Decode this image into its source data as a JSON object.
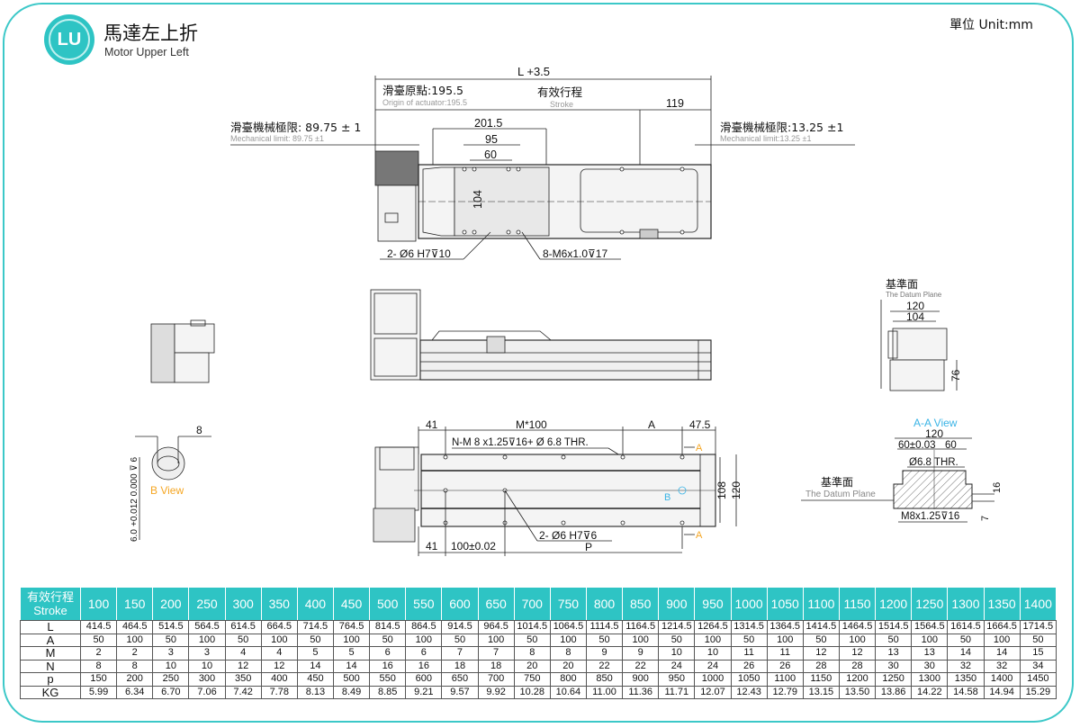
{
  "header": {
    "logo": "LU",
    "title_zh": "馬達左上折",
    "title_en": "Motor Upper Left",
    "unit": "單位 Unit:mm"
  },
  "top_view": {
    "total_length": "L +3.5",
    "origin_zh": "滑臺原點:195.5",
    "origin_en": "Origin of actuator:195.5",
    "stroke_zh": "有效行程",
    "stroke_en": "Stroke",
    "dim_119": "119",
    "mech_left_zh": "滑臺機械極限: 89.75 ± 1",
    "mech_left_en": "Mechanical limit: 89.75 ±1",
    "mech_right_zh": "滑臺機械極限:13.25 ±1",
    "mech_right_en": "Mechanical limit:13.25 ±1",
    "dim_201": "201.5",
    "dim_95": "95",
    "dim_60": "60",
    "dim_104": "104",
    "pin_note": "2- Ø6  H7⊽10",
    "thread_note": "8-M6x1.0⊽17"
  },
  "b_view": {
    "dim_8": "8",
    "tolerance": "+0.012 0.000 ⊽ 6",
    "dia": "6.0",
    "label": "B View"
  },
  "end_view": {
    "datum_zh": "基準面",
    "datum_en": "The Datum Plane",
    "dim_120": "120",
    "dim_104": "104",
    "dim_76": "76"
  },
  "aa_view": {
    "label": "A-A View",
    "dim_120": "120",
    "dim_60_tol": "60±0.03",
    "dim_60": "60",
    "hole": "Ø6.8  THR.",
    "datum_zh": "基準面",
    "datum_en": "The Datum Plane",
    "dim_16": "16",
    "dim_7": "7",
    "thread": "M8x1.25⊽16"
  },
  "bottom_view": {
    "dim_41_top": "41",
    "dim_m100": "M*100",
    "dim_a": "A",
    "dim_47": "47.5",
    "thread_note": "N-M 8 x1.25⊽16+ Ø 6.8 THR.",
    "section_a_top": "A",
    "section_a_bottom": "A",
    "b_marker": "B",
    "dim_108": "108",
    "dim_120": "120",
    "pin_note": "2- Ø6  H7⊽6",
    "dim_41_bottom": "41",
    "dim_100": "100±0.02",
    "dim_p": "P"
  },
  "colors": {
    "accent": "#2ec4c4",
    "section": "#f5a623",
    "view": "#3ab4e6"
  },
  "table": {
    "header_zh": "有效行程",
    "header_en": "Stroke",
    "strokes": [
      "100",
      "150",
      "200",
      "250",
      "300",
      "350",
      "400",
      "450",
      "500",
      "550",
      "600",
      "650",
      "700",
      "750",
      "800",
      "850",
      "900",
      "950",
      "1000",
      "1050",
      "1100",
      "1150",
      "1200",
      "1250",
      "1300",
      "1350",
      "1400"
    ],
    "rows": [
      {
        "label": "L",
        "values": [
          "414.5",
          "464.5",
          "514.5",
          "564.5",
          "614.5",
          "664.5",
          "714.5",
          "764.5",
          "814.5",
          "864.5",
          "914.5",
          "964.5",
          "1014.5",
          "1064.5",
          "1114.5",
          "1164.5",
          "1214.5",
          "1264.5",
          "1314.5",
          "1364.5",
          "1414.5",
          "1464.5",
          "1514.5",
          "1564.5",
          "1614.5",
          "1664.5",
          "1714.5"
        ]
      },
      {
        "label": "A",
        "values": [
          "50",
          "100",
          "50",
          "100",
          "50",
          "100",
          "50",
          "100",
          "50",
          "100",
          "50",
          "100",
          "50",
          "100",
          "50",
          "100",
          "50",
          "100",
          "50",
          "100",
          "50",
          "100",
          "50",
          "100",
          "50",
          "100",
          "50"
        ]
      },
      {
        "label": "M",
        "values": [
          "2",
          "2",
          "3",
          "3",
          "4",
          "4",
          "5",
          "5",
          "6",
          "6",
          "7",
          "7",
          "8",
          "8",
          "9",
          "9",
          "10",
          "10",
          "11",
          "11",
          "12",
          "12",
          "13",
          "13",
          "14",
          "14",
          "15"
        ]
      },
      {
        "label": "N",
        "values": [
          "8",
          "8",
          "10",
          "10",
          "12",
          "12",
          "14",
          "14",
          "16",
          "16",
          "18",
          "18",
          "20",
          "20",
          "22",
          "22",
          "24",
          "24",
          "26",
          "26",
          "28",
          "28",
          "30",
          "30",
          "32",
          "32",
          "34"
        ]
      },
      {
        "label": "p",
        "values": [
          "150",
          "200",
          "250",
          "300",
          "350",
          "400",
          "450",
          "500",
          "550",
          "600",
          "650",
          "700",
          "750",
          "800",
          "850",
          "900",
          "950",
          "1000",
          "1050",
          "1100",
          "1150",
          "1200",
          "1250",
          "1300",
          "1350",
          "1400",
          "1450"
        ]
      },
      {
        "label": "KG",
        "values": [
          "5.99",
          "6.34",
          "6.70",
          "7.06",
          "7.42",
          "7.78",
          "8.13",
          "8.49",
          "8.85",
          "9.21",
          "9.57",
          "9.92",
          "10.28",
          "10.64",
          "11.00",
          "11.36",
          "11.71",
          "12.07",
          "12.43",
          "12.79",
          "13.15",
          "13.50",
          "13.86",
          "14.22",
          "14.58",
          "14.94",
          "15.29"
        ]
      }
    ]
  }
}
